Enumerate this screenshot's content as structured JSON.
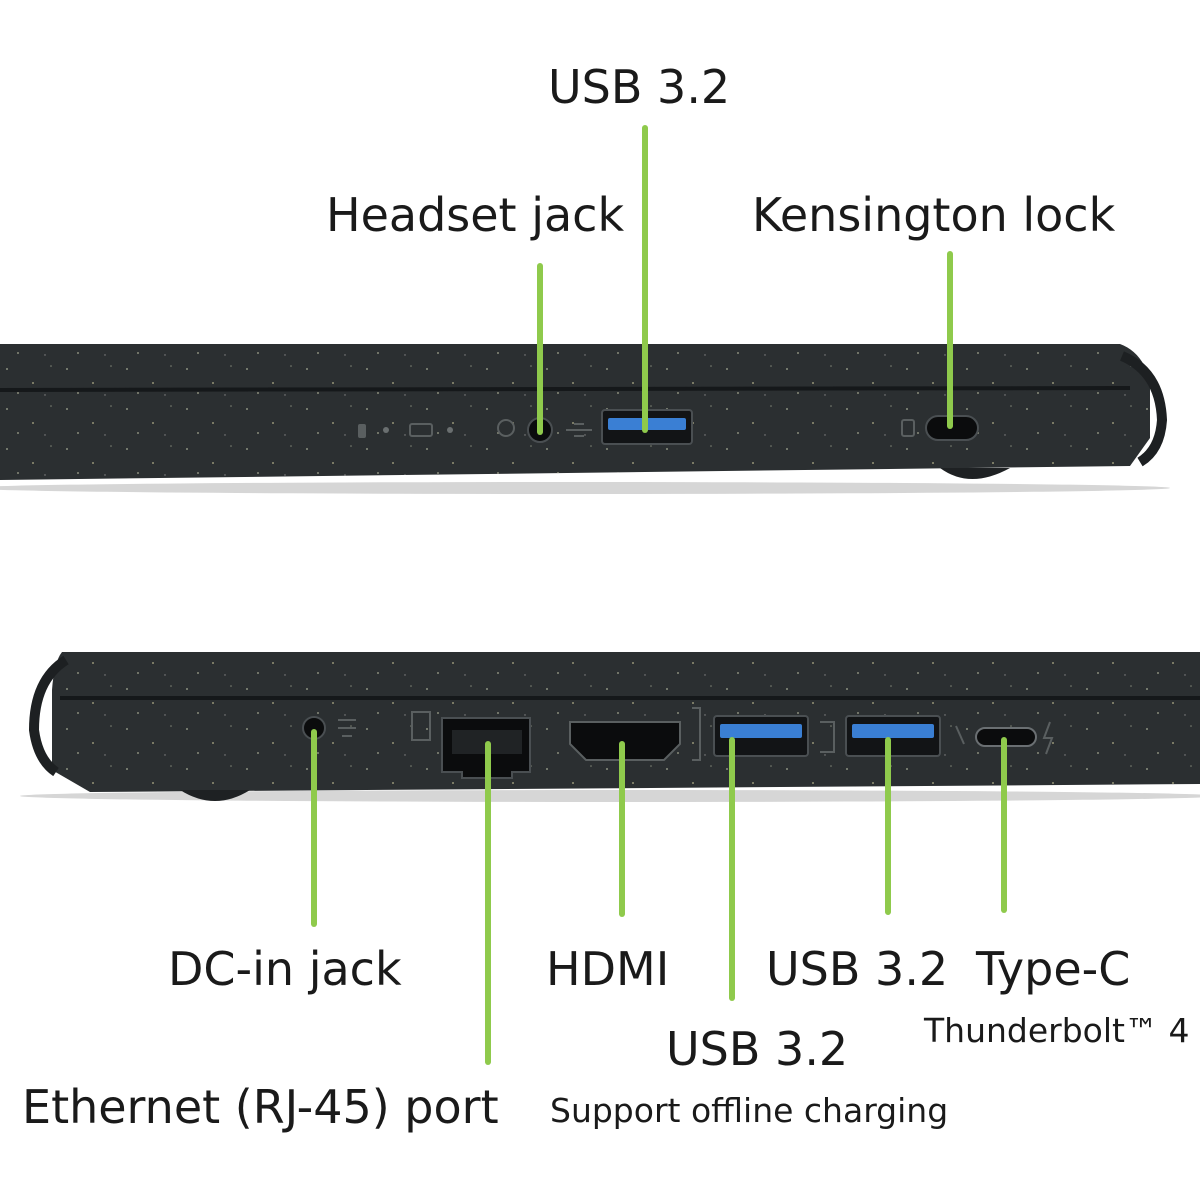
{
  "colors": {
    "leader": "#8fca4c",
    "chassis": "#2b2f31",
    "chassis_edge": "#3a3f42",
    "usb_blue": "#3a7fd4",
    "text": "#1a1a1a"
  },
  "top_side": {
    "labels": {
      "usb": "USB 3.2",
      "headset": "Headset jack",
      "kensington": "Kensington lock"
    }
  },
  "bottom_side": {
    "labels": {
      "dc_in": "DC-in jack",
      "ethernet": "Ethernet (RJ-45) port",
      "hdmi": "HDMI",
      "usb_offline": "USB 3.2",
      "usb_offline_note": "Support offline charging",
      "usb": "USB 3.2",
      "typec": "Type-C",
      "typec_note": "Thunderbolt™ 4"
    }
  }
}
